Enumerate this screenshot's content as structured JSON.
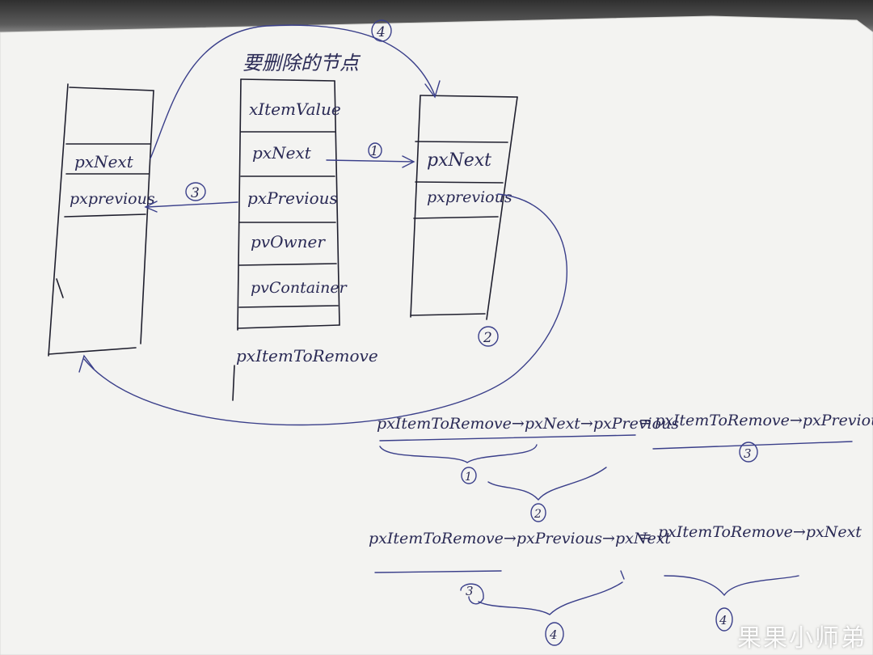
{
  "title": "要删除的节点",
  "middle_node": {
    "fields": [
      "xItemValue",
      "pxNext",
      "pxPrevious",
      "pvOwner",
      "pvContainer"
    ],
    "caption": "pxItemToRemove"
  },
  "left_node": {
    "fields": [
      "pxNext",
      "pxprevious"
    ]
  },
  "right_node": {
    "fields": [
      "pxNext",
      "pxprevious"
    ]
  },
  "step_markers": {
    "s1": "1",
    "s2": "2",
    "s3": "3",
    "s4": "4"
  },
  "equations": {
    "eq1_left": "pxItemToRemove→pxNext→pxPrevious",
    "eq1_equals": "=",
    "eq1_right": "pxItemToRemove→pxPrevious",
    "eq1_brace_a": "1",
    "eq1_brace_b": "2",
    "eq1_brace_c": "3",
    "eq2_left": "pxItemToRemove→pxPrevious→pxNext",
    "eq2_equals": "=",
    "eq2_right": "pxItemToRemove→pxNext",
    "eq2_brace_a": "3",
    "eq2_brace_b": "4",
    "eq2_brace_c": "4"
  },
  "watermark": "果果小师弟"
}
